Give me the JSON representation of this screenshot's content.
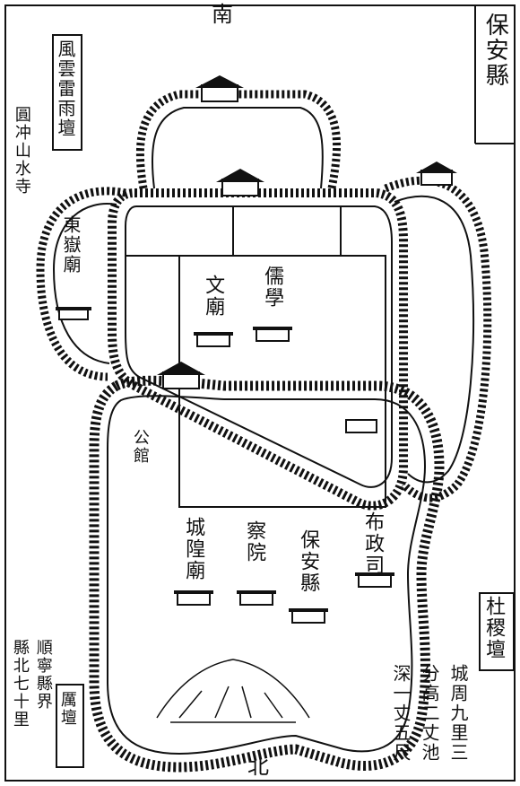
{
  "title": "保安縣",
  "compass": {
    "top": "南",
    "bottom": "北"
  },
  "labels": {
    "feng_yun": "風雲雷雨壇",
    "hills_left": "圓冲山水寺",
    "grotto": "東嶽廟",
    "wen_miao": "文廟",
    "xue": "儒學",
    "gong_guan": "公館",
    "cheng_huang": "城隍廟",
    "yuan": "察院",
    "xian": "保安縣",
    "bu": "布政司",
    "sheji": "杜稷壇",
    "li": "厲壇"
  },
  "notes": {
    "city_wall": [
      "城周九里三",
      "分高二丈池",
      "深一丈五尺"
    ],
    "boundary": [
      "順寧縣界",
      "縣北七十里"
    ]
  },
  "colors": {
    "ink": "#111111",
    "paper": "#ffffff"
  }
}
